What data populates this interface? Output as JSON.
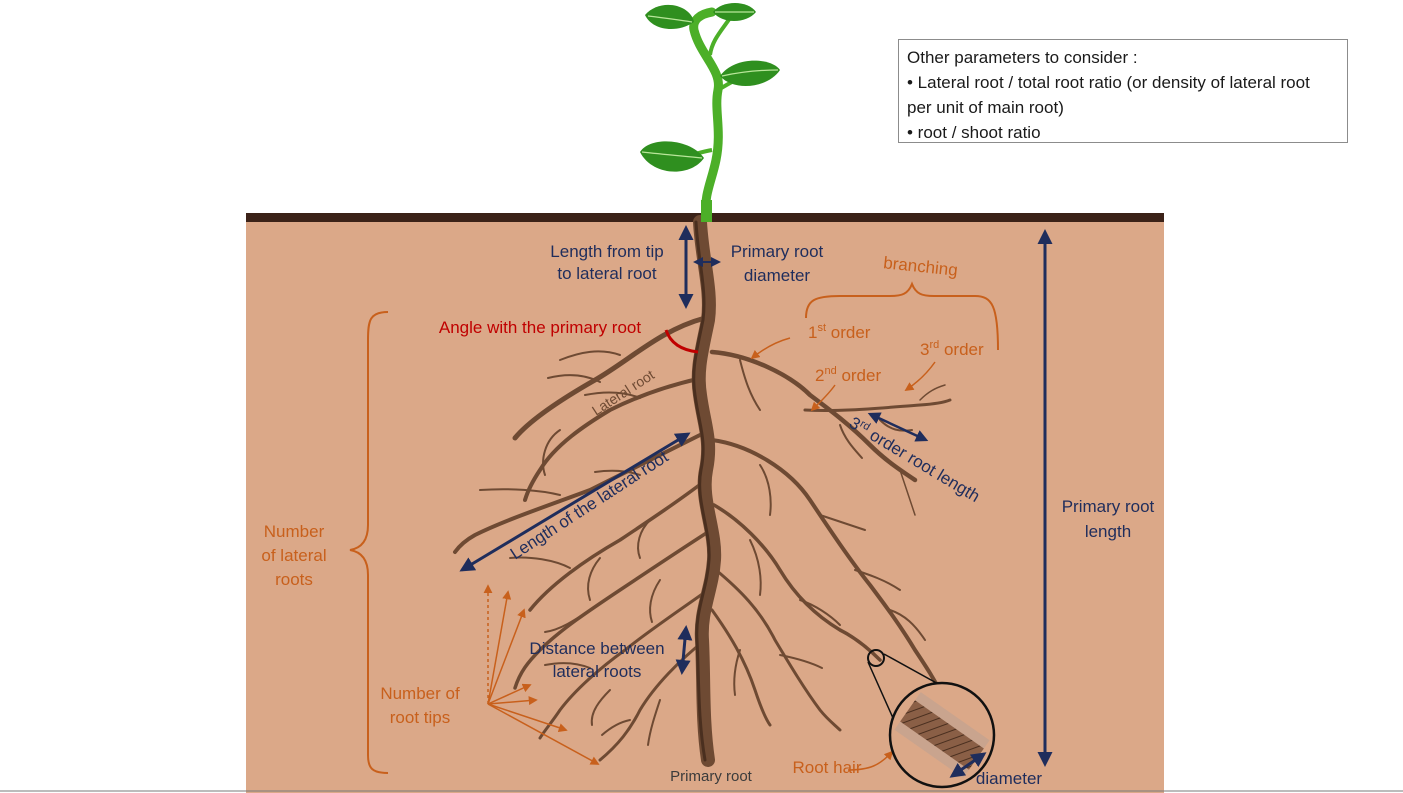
{
  "info_box": {
    "title": "Other parameters to consider :",
    "item_1": "• Lateral root / total root ratio (or density of lateral root per unit of main root)",
    "item_2": "• root / shoot ratio"
  },
  "labels": {
    "length_from_tip_1": "Length from tip",
    "length_from_tip_2": "to lateral root",
    "primary_diameter_1": "Primary root",
    "primary_diameter_2": "diameter",
    "branching": "branching",
    "order_1_num": "1",
    "order_1_sup": "st",
    "order_1_word": " order",
    "order_2_num": "2",
    "order_2_sup": "nd",
    "order_2_word": " order",
    "order_3_num": "3",
    "order_3_sup": "rd",
    "order_3_word": " order",
    "third_order_length_num": "3",
    "third_order_length_sup": "rd",
    "third_order_length_word": " order root length",
    "angle": "Angle with the primary root",
    "lateral_root": "Lateral root",
    "length_lateral": "Length of the lateral root",
    "number_lateral_1": "Number",
    "number_lateral_2": "of lateral",
    "number_lateral_3": "roots",
    "number_tips_1": "Number of",
    "number_tips_2": "root tips",
    "distance_1": "Distance between",
    "distance_2": "lateral roots",
    "primary_root": "Primary root",
    "root_hair": "Root hair",
    "diameter": "diameter",
    "primary_length_1": "Primary root",
    "primary_length_2": "length"
  },
  "colors": {
    "soil": "#dba888",
    "soil_surface": "#3b2218",
    "root": "#6e4a33",
    "root_dark": "#4a2f1f",
    "stem": "#4caf28",
    "leaf": "#2f8f1f",
    "navy": "#1f2d5c",
    "orange": "#c8601c",
    "red": "#c00000"
  }
}
